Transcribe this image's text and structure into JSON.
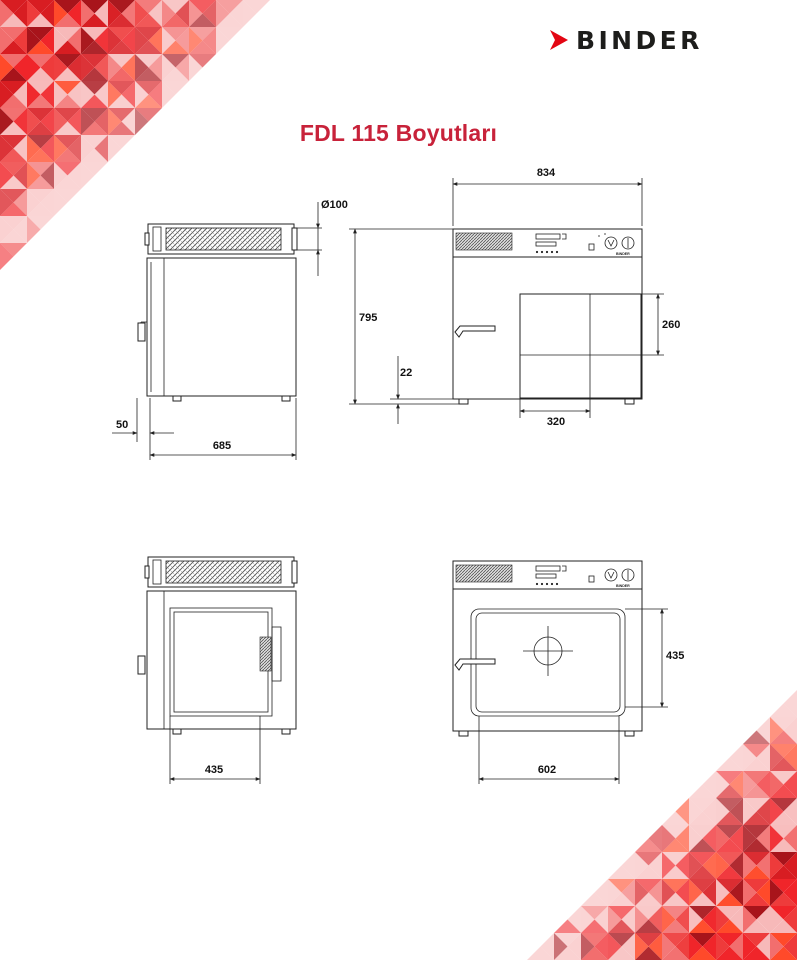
{
  "title": "FDL 115 Boyutları",
  "brand": {
    "name": "BINDER",
    "logo_icon": "binder-arrow-logo-icon"
  },
  "colors": {
    "title": "#c8223a",
    "brand_red": "#e30613",
    "decor_light": "#f7b9b9",
    "decor_mid": "#f0252a",
    "decor_dark": "#a8141b",
    "line": "#222222"
  },
  "decor": {
    "top_left": "red-triangle-mosaic",
    "bottom_right": "red-triangle-mosaic"
  },
  "dimensions": {
    "top_side": {
      "overall_depth": "685",
      "rear_spacing": "50",
      "vent_diameter": "Ø100"
    },
    "top_front": {
      "overall_width": "834",
      "overall_height": "795",
      "foot_height": "22",
      "window_width": "320",
      "window_height": "260"
    },
    "bottom_side": {
      "interior_depth": "435"
    },
    "bottom_front": {
      "interior_width": "602",
      "interior_height": "435"
    }
  },
  "panel_label": "BINDER"
}
